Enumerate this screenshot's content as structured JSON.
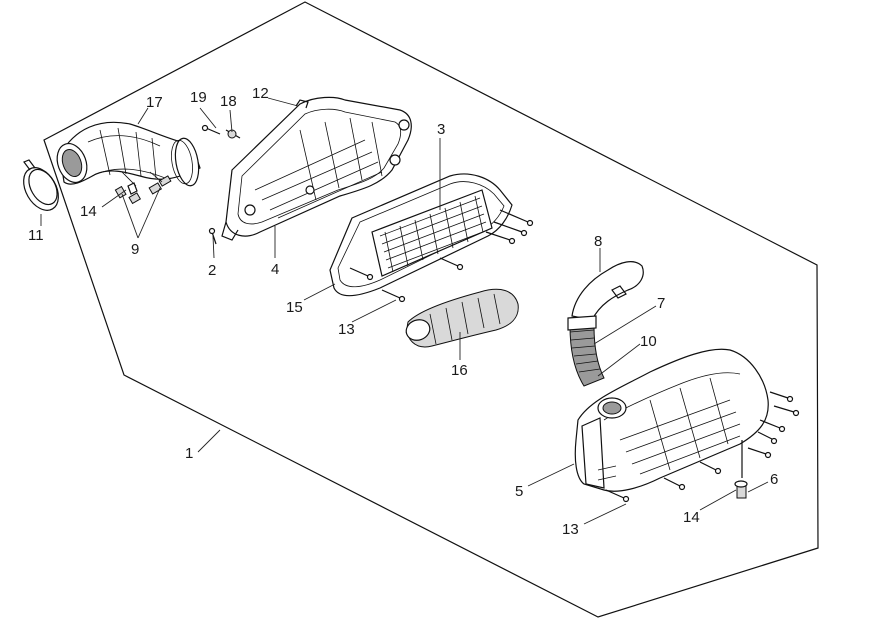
{
  "labels": {
    "l1": "1",
    "l2": "2",
    "l3": "3",
    "l4": "4",
    "l5": "5",
    "l6": "6",
    "l7": "7",
    "l8": "8",
    "l9": "9",
    "l10": "10",
    "l11": "11",
    "l12": "12",
    "l13a": "13",
    "l13b": "13",
    "l14a": "14",
    "l14b": "14",
    "l15": "15",
    "l16": "16",
    "l17": "17",
    "l18": "18",
    "l19": "19"
  }
}
